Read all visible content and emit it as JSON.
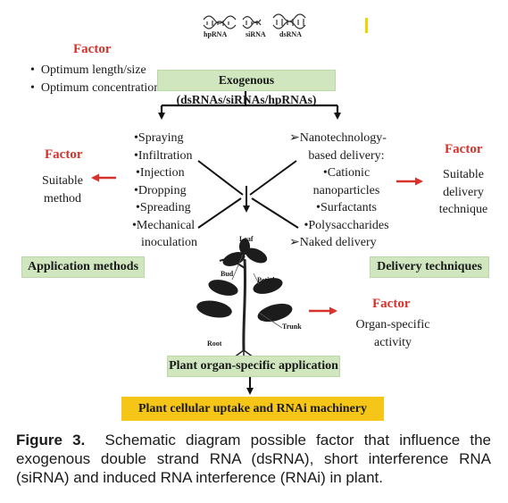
{
  "top_labels": {
    "hprna": "hpRNA",
    "sirna": "siRNA",
    "dsrna": "dsRNA"
  },
  "factor_word": "Factor",
  "top_factor": {
    "items": [
      "Optimum length/size",
      "Optimum concentration"
    ]
  },
  "exogenous": {
    "label": "Exogenous (dsRNAs/siRNAs/hpRNAs)"
  },
  "application": {
    "items": [
      "•Spraying",
      "•Infiltration",
      "•Injection",
      "•Dropping",
      "•Spreading",
      "•Mechanical",
      "inoculation"
    ],
    "box_label": "Application methods",
    "factor_text": [
      "Suitable",
      "method"
    ]
  },
  "delivery": {
    "items": [
      "➢Nanotechnology-",
      "based delivery:",
      "•Cationic",
      "nanoparticles",
      "•Surfactants",
      "•Polysaccharides",
      "➢Naked delivery"
    ],
    "box_label": "Delivery techniques",
    "factor_text": [
      "Suitable",
      "delivery",
      "technique"
    ]
  },
  "plant": {
    "labels": {
      "leaf": "Leaf",
      "bud": "Bud",
      "petiole": "Petiole",
      "trunk": "Trunk",
      "root": "Root"
    },
    "factor_text": [
      "Organ-specific",
      "activity"
    ],
    "box_label": "Plant organ-specific application"
  },
  "final_box": {
    "label": "Plant cellular uptake and RNAi machinery"
  },
  "caption": {
    "label": "Figure 3.",
    "text": "Schematic diagram possible factor that influence the exogenous double strand RNA (dsRNA), short interference RNA (siRNA) and induced RNA interference (RNAi) in plant."
  },
  "colors": {
    "factor_red": "#d7322b",
    "green_box": "#cfe6bf",
    "yellow_box": "#f5c518",
    "arrow_red": "#d7322b"
  }
}
